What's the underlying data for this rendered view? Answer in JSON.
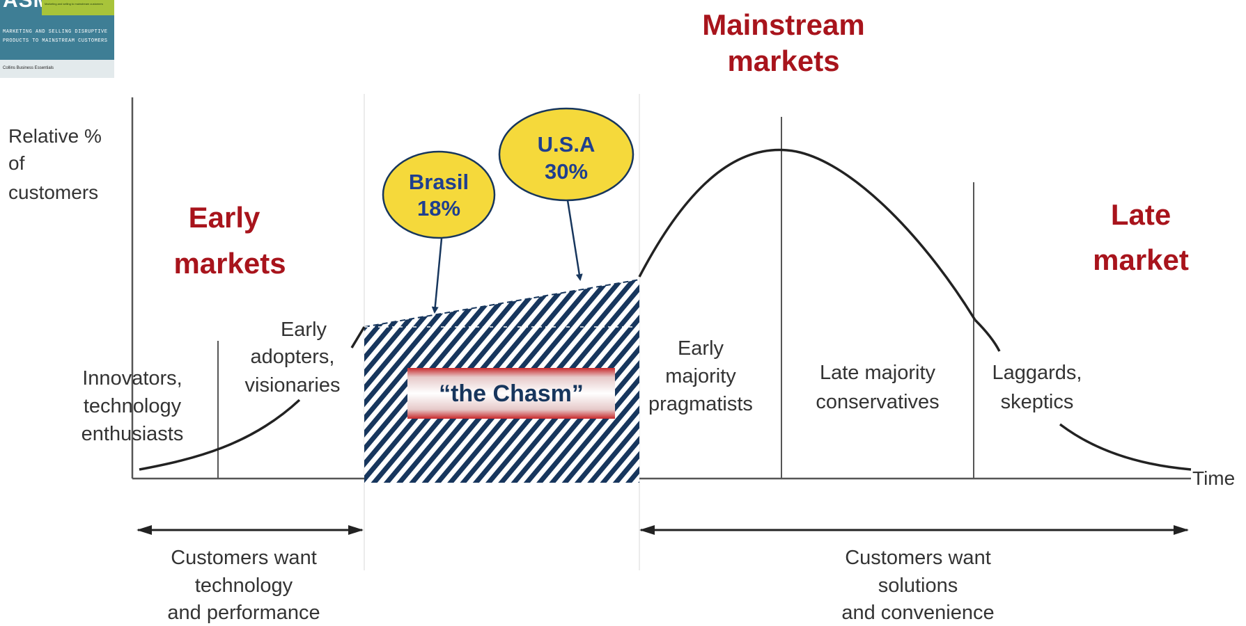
{
  "thumbnail": {
    "title": "ASM",
    "badge": "Marketing and selling to mainstream customers",
    "subtitle": "MARKETING AND SELLING DISRUPTIVE PRODUCTS TO MAINSTREAM CUSTOMERS",
    "footer": "Collins Business Essentials"
  },
  "sections": {
    "early": [
      "Early",
      "markets"
    ],
    "mainstream": [
      "Mainstream",
      "markets"
    ],
    "late": [
      "Late",
      "market"
    ]
  },
  "axis": {
    "y_label": [
      "Relative %",
      "of",
      "customers"
    ],
    "x_label": "Time"
  },
  "segments": {
    "innovators": [
      "Innovators,",
      "technology",
      "enthusiasts"
    ],
    "early_adopters": [
      "Early",
      "adopters,",
      "visionaries"
    ],
    "early_majority": [
      "Early",
      "majority",
      "pragmatists"
    ],
    "late_majority": [
      "Late majority",
      "conservatives"
    ],
    "laggards": [
      "Laggards,",
      "skeptics"
    ]
  },
  "chasm_label": "“the Chasm”",
  "callouts": {
    "brasil": [
      "Brasil",
      "18%"
    ],
    "usa": [
      "U.S.A",
      "30%"
    ]
  },
  "bottom": {
    "left": [
      "Customers want",
      "technology",
      "and performance"
    ],
    "right": [
      "Customers want",
      "solutions",
      "and convenience"
    ]
  },
  "colors": {
    "section_title": "#a8141c",
    "callout_fill": "#f5d93b",
    "callout_text": "#1f3f8f",
    "hatch": "#17365d",
    "line": "#333333",
    "grid": "#d8d8d8"
  }
}
